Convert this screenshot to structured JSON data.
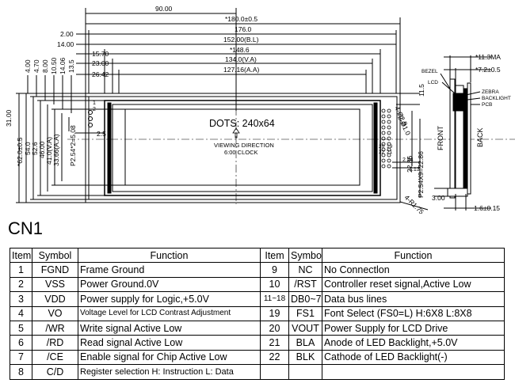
{
  "drawing": {
    "dim_top": [
      "90.00",
      "*180.0±0.5",
      "176.0",
      "152.00(B.L)",
      "*148.6",
      "134.0(V.A)",
      "127.16(A.A)"
    ],
    "dim_left_h": [
      "2.00",
      "14.00",
      "15.70",
      "23.00",
      "26.42"
    ],
    "dim_left_v": [
      "4.00",
      "4.70",
      "8.00",
      "10.50",
      "14.06",
      "13.5"
    ],
    "dim_vert": [
      "31.00",
      "*62.0±0.5",
      "54.0",
      "52.6",
      "46.00",
      "41.0(V.A)",
      "33.66(A.A)",
      "P2.54*2=5.08"
    ],
    "dim_misc": [
      "2.5",
      "11.5",
      "4-Ø2.5",
      "2-Ø1.0",
      "20",
      "19",
      "22",
      "21",
      "2.54",
      "4.13",
      "22.86",
      "P2.54X9=22.86",
      "4-R1.75"
    ],
    "pin_marks": [
      "1",
      "2"
    ],
    "dots_label": "DOTS: 240x64",
    "viewing_direction": "VIEWING DIRECTION",
    "clock": "6:00 CLOCK",
    "side_labels": [
      "BEZEL",
      "LCD",
      "ZEBRA",
      "BACKLIGHT",
      "PCB"
    ],
    "side_dims": [
      "*11.3MA",
      "*7.2±0.5",
      "3.00",
      "1.6±0.15"
    ],
    "front": "FRONT",
    "back": "BACK"
  },
  "table_title": "CN1",
  "table": {
    "headers": [
      "Item",
      "Symbol",
      "Function",
      "Item",
      "Symbol",
      "Function"
    ],
    "left": [
      {
        "item": "1",
        "symbol": "FGND",
        "function": "Frame Ground"
      },
      {
        "item": "2",
        "symbol": "VSS",
        "function": "Power Ground.0V"
      },
      {
        "item": "3",
        "symbol": "VDD",
        "function": "Power supply for Logic,+5.0V"
      },
      {
        "item": "4",
        "symbol": "VO",
        "function": "Voltage Level for LCD Contrast Adjustment"
      },
      {
        "item": "5",
        "symbol": "/WR",
        "function": "Write signal Active Low"
      },
      {
        "item": "6",
        "symbol": "/RD",
        "function": "Read signal Active Low"
      },
      {
        "item": "7",
        "symbol": "/CE",
        "function": "Enable signal for Chip Active Low"
      },
      {
        "item": "8",
        "symbol": "C/D",
        "function": "Register selection H: Instruction L: Data"
      }
    ],
    "right": [
      {
        "item": "9",
        "symbol": "NC",
        "function": "No Connectlon"
      },
      {
        "item": "10",
        "symbol": "/RST",
        "function": "Controller reset signal,Active Low"
      },
      {
        "item": "11~18",
        "symbol": "DB0~7",
        "function": "Data bus lines"
      },
      {
        "item": "19",
        "symbol": "FS1",
        "function": "Font Select (FS0=L) H:6X8  L:8X8"
      },
      {
        "item": "20",
        "symbol": "VOUT",
        "function": "Power Supply for LCD Drive"
      },
      {
        "item": "21",
        "symbol": "BLA",
        "function": "Anode of LED Backlight,+5.0V"
      },
      {
        "item": "22",
        "symbol": "BLK",
        "function": "Cathode of LED Backlight(-)"
      },
      {
        "item": "",
        "symbol": "",
        "function": ""
      }
    ]
  }
}
